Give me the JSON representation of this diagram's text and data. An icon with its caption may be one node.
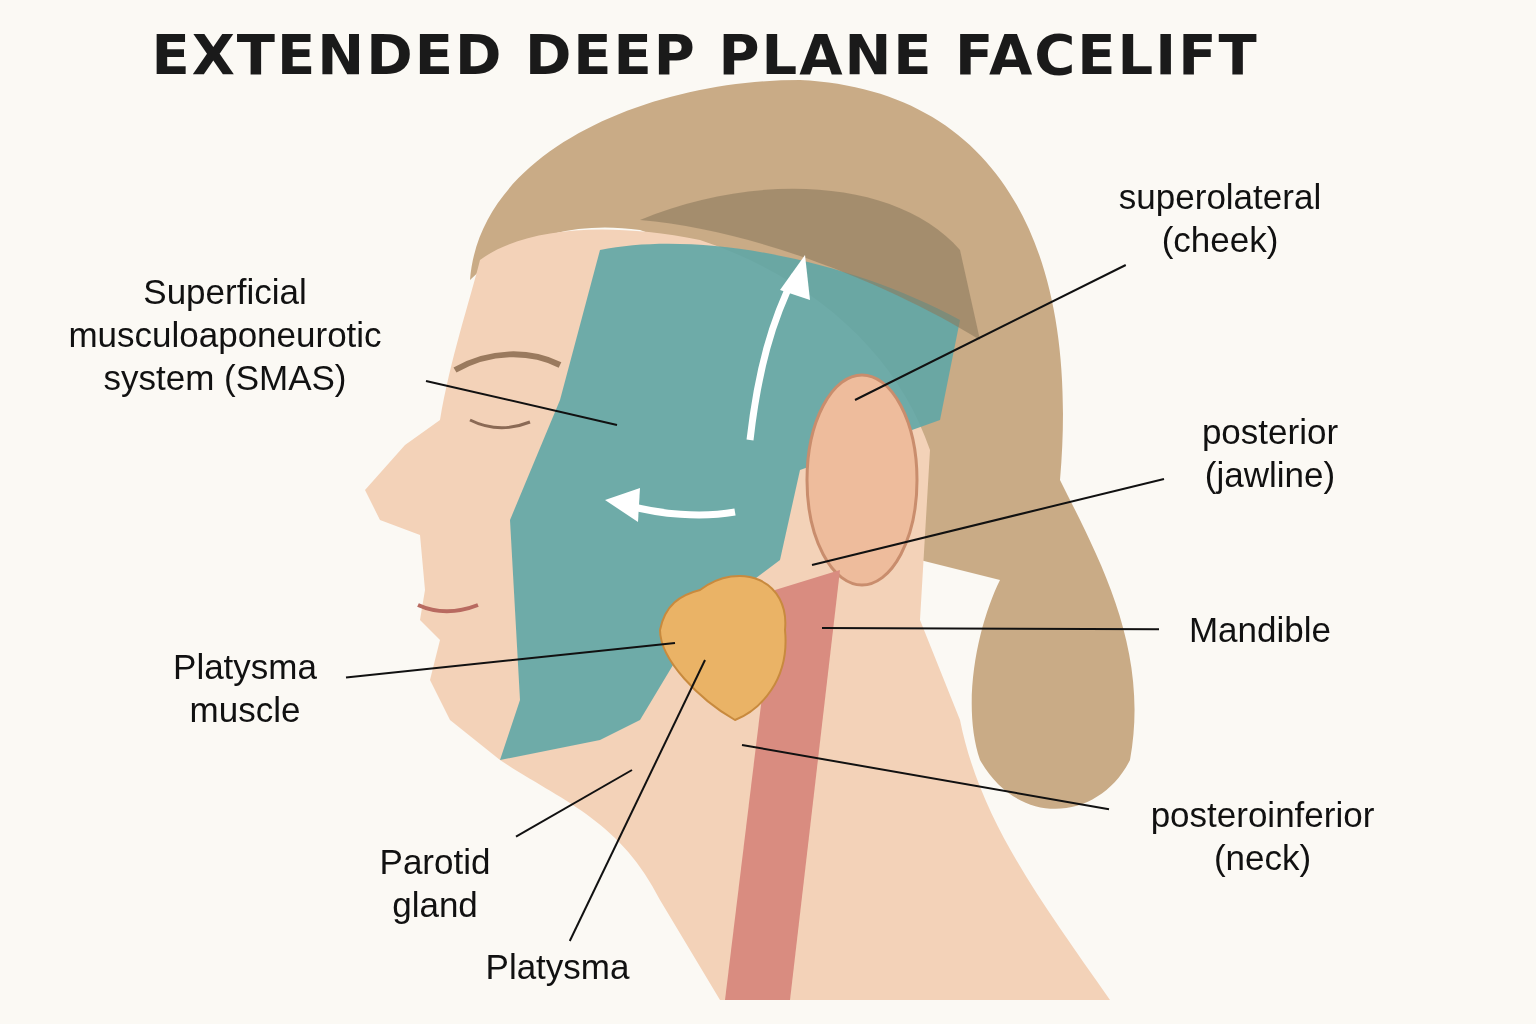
{
  "diagram": {
    "title": "EXTENDED DEEP PLANE FACELIFT",
    "nodes": [
      {
        "text": [
          "Superficial musculoaponeurotic system (SMAS)"
        ]
      },
      {
        "text": [
          "superolateral (cheek)"
        ]
      },
      {
        "text": [
          "posterior (jawline)"
        ]
      },
      {
        "text": [
          "Mandible"
        ]
      },
      {
        "text": [
          "Platysma muscle"
        ]
      },
      {
        "text": [
          "posteroinferior (neck)"
        ]
      },
      {
        "text": [
          "Parotid gland"
        ]
      },
      {
        "text": [
          "Platysma"
        ]
      }
    ],
    "edges": [
      {
        "from": 0,
        "to": null,
        "arrow": "none"
      },
      {
        "from": 1,
        "to": null,
        "arrow": "none"
      },
      {
        "from": 2,
        "to": null,
        "arrow": "none"
      },
      {
        "from": 3,
        "to": null,
        "arrow": "none"
      },
      {
        "from": 4,
        "to": null,
        "arrow": "none"
      },
      {
        "from": 5,
        "to": null,
        "arrow": "none"
      },
      {
        "from": 6,
        "to": null,
        "arrow": "none"
      },
      {
        "from": 7,
        "to": null,
        "arrow": "none"
      }
    ]
  }
}
